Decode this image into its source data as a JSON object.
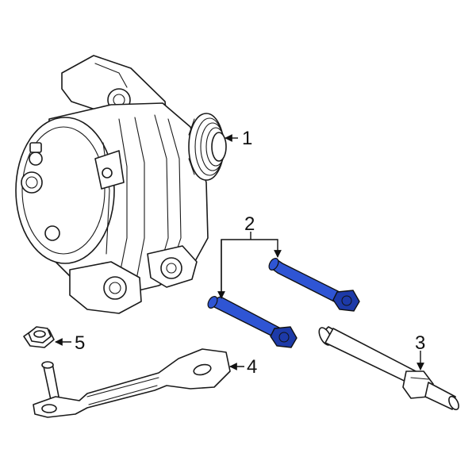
{
  "callouts": [
    {
      "id": "1",
      "label": "1"
    },
    {
      "id": "2",
      "label": "2"
    },
    {
      "id": "3",
      "label": "3"
    },
    {
      "id": "4",
      "label": "4"
    },
    {
      "id": "5",
      "label": "5"
    }
  ],
  "colors": {
    "highlight_bolt": "#2f55d4",
    "highlight_bolt_shade": "#1d3aa8",
    "line": "#1a1a1a",
    "background": "#ffffff"
  }
}
